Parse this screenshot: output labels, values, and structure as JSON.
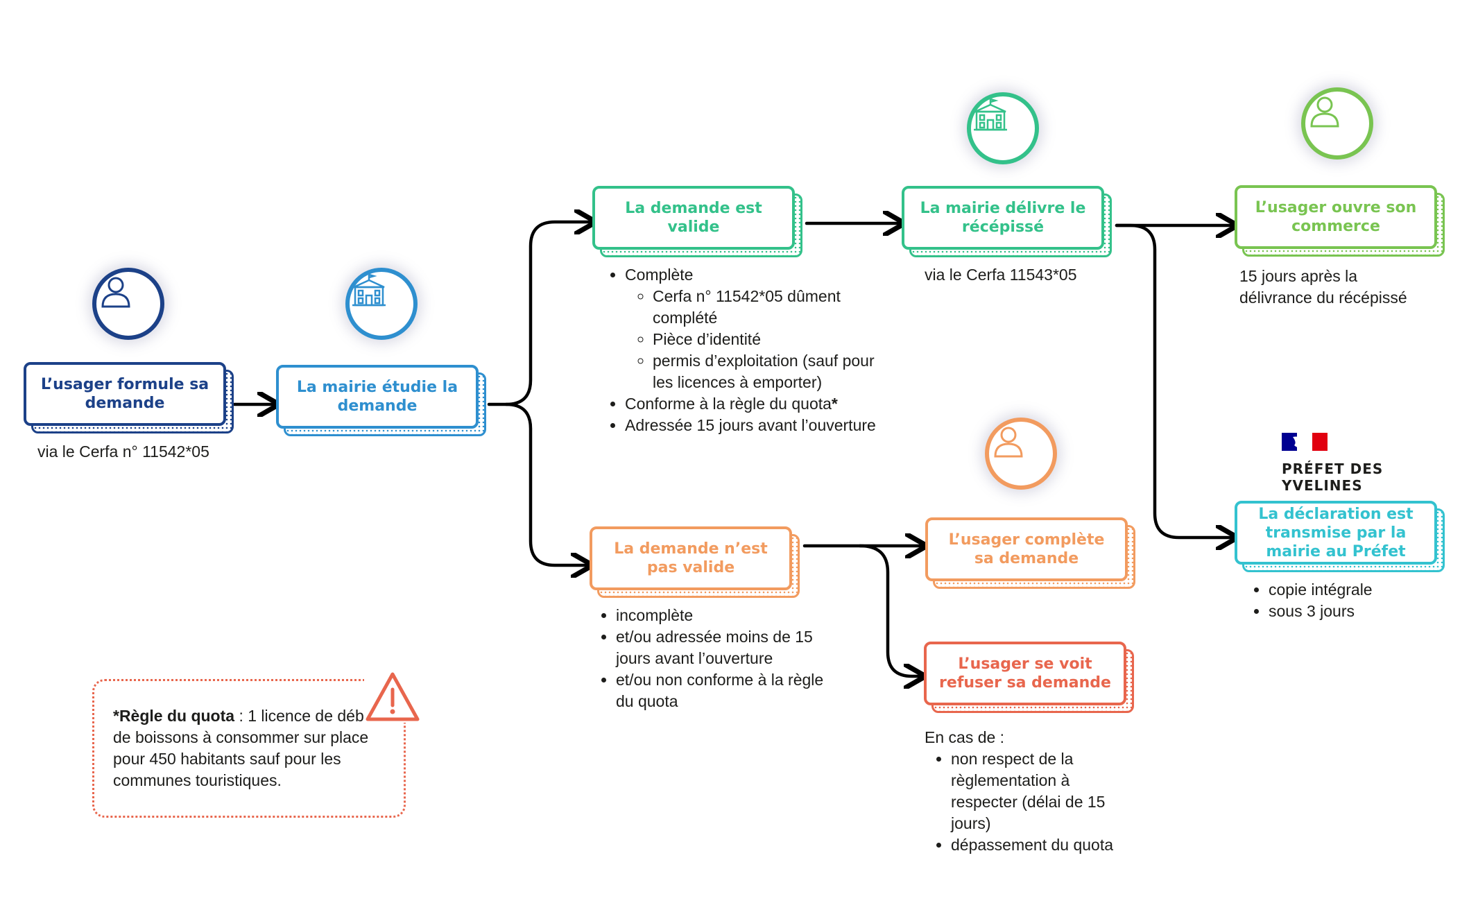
{
  "steps": {
    "formule": {
      "label": "L’usager formule sa demande",
      "color": "#1c4188"
    },
    "etudie": {
      "label": "La mairie étudie la demande",
      "color": "#2e8fcf"
    },
    "valide": {
      "label": "La demande est valide",
      "color": "#33c18a"
    },
    "recepisse": {
      "label": "La mairie délivre le récépissé",
      "color": "#33c18a"
    },
    "ouvre": {
      "label": "L’usager ouvre son commerce",
      "color": "#79c451"
    },
    "transmise": {
      "label": "La  déclaration est transmise par la mairie au Préfet",
      "color": "#33c2cf"
    },
    "invalide": {
      "label": "La demande n’est pas valide",
      "color": "#f29b5f"
    },
    "complete": {
      "label": "L’usager complète sa demande",
      "color": "#f29b5f"
    },
    "refus": {
      "label": "L’usager se voit refuser sa demande",
      "color": "#e8664d"
    }
  },
  "captions": {
    "formule": "via le Cerfa n° 11542*05",
    "recepisse": "via le Cerfa 11543*05",
    "ouvre": "15 jours après la délivrance du récépissé",
    "refus_intro": "En cas de :"
  },
  "lists": {
    "valide": {
      "complete": "Complète",
      "sub": [
        "Cerfa n° 11542*05 dûment complété",
        "Pièce d’identité",
        "permis d’exploitation (sauf pour les licences à emporter)"
      ],
      "conforme": "Conforme à la règle du quota",
      "conforme_star": "*",
      "adressee": "Adressée 15 jours avant l’ouverture"
    },
    "invalide": [
      "incomplète",
      "et/ou adressée moins de 15 jours avant l’ouverture",
      "et/ou non conforme à la règle du quota"
    ],
    "transmise": [
      "copie intégrale",
      "sous 3 jours"
    ],
    "refus": [
      "non respect de la règlementation à respecter (délai de 15 jours)",
      "dépassement du quota"
    ]
  },
  "quota": {
    "title": "*Règle du quota",
    "text": " : 1 licence de débit de boissons à consommer sur place pour 450 habitants sauf pour les communes touristiques."
  },
  "logo": {
    "text": "PRÉFET DES YVELINES",
    "flag_colors": [
      "#000091",
      "#ffffff",
      "#e1000f"
    ]
  },
  "icons": {
    "formule": "user-icon",
    "etudie": "town-hall-icon",
    "recepisse": "town-hall-icon",
    "ouvre": "user-icon",
    "complete": "user-icon",
    "warning": "warning-icon"
  },
  "connector_color": "#000000"
}
